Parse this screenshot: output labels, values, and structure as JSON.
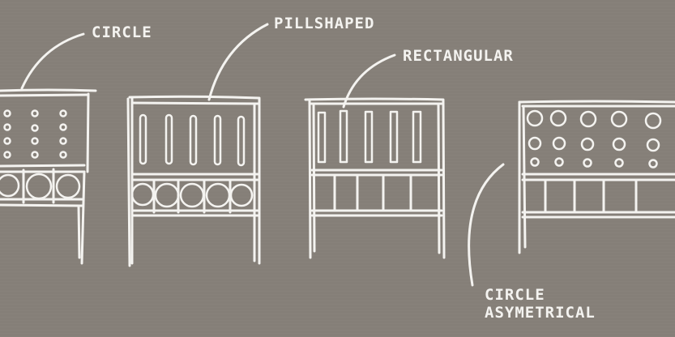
{
  "labels": {
    "circle": "CIRCLE",
    "pillshaped": "PILLSHAPED",
    "rectangular": "RECTANGULAR",
    "circle_asym_line1": "CIRCLE",
    "circle_asym_line2": "ASYMETRICAL"
  },
  "colors": {
    "background": "#857f78",
    "ink": "#f4f3f0"
  },
  "sketches": [
    {
      "name": "circle-design",
      "hole_style": "small-circles",
      "lower_panel": "large-circles"
    },
    {
      "name": "pillshaped-design",
      "hole_style": "pills",
      "lower_panel": "circles"
    },
    {
      "name": "rectangular-design",
      "hole_style": "rectangular-slots",
      "lower_panel": "rectangles"
    },
    {
      "name": "circle-asymetrical-design",
      "hole_style": "mixed-circles",
      "lower_panel": "rectangles"
    }
  ]
}
